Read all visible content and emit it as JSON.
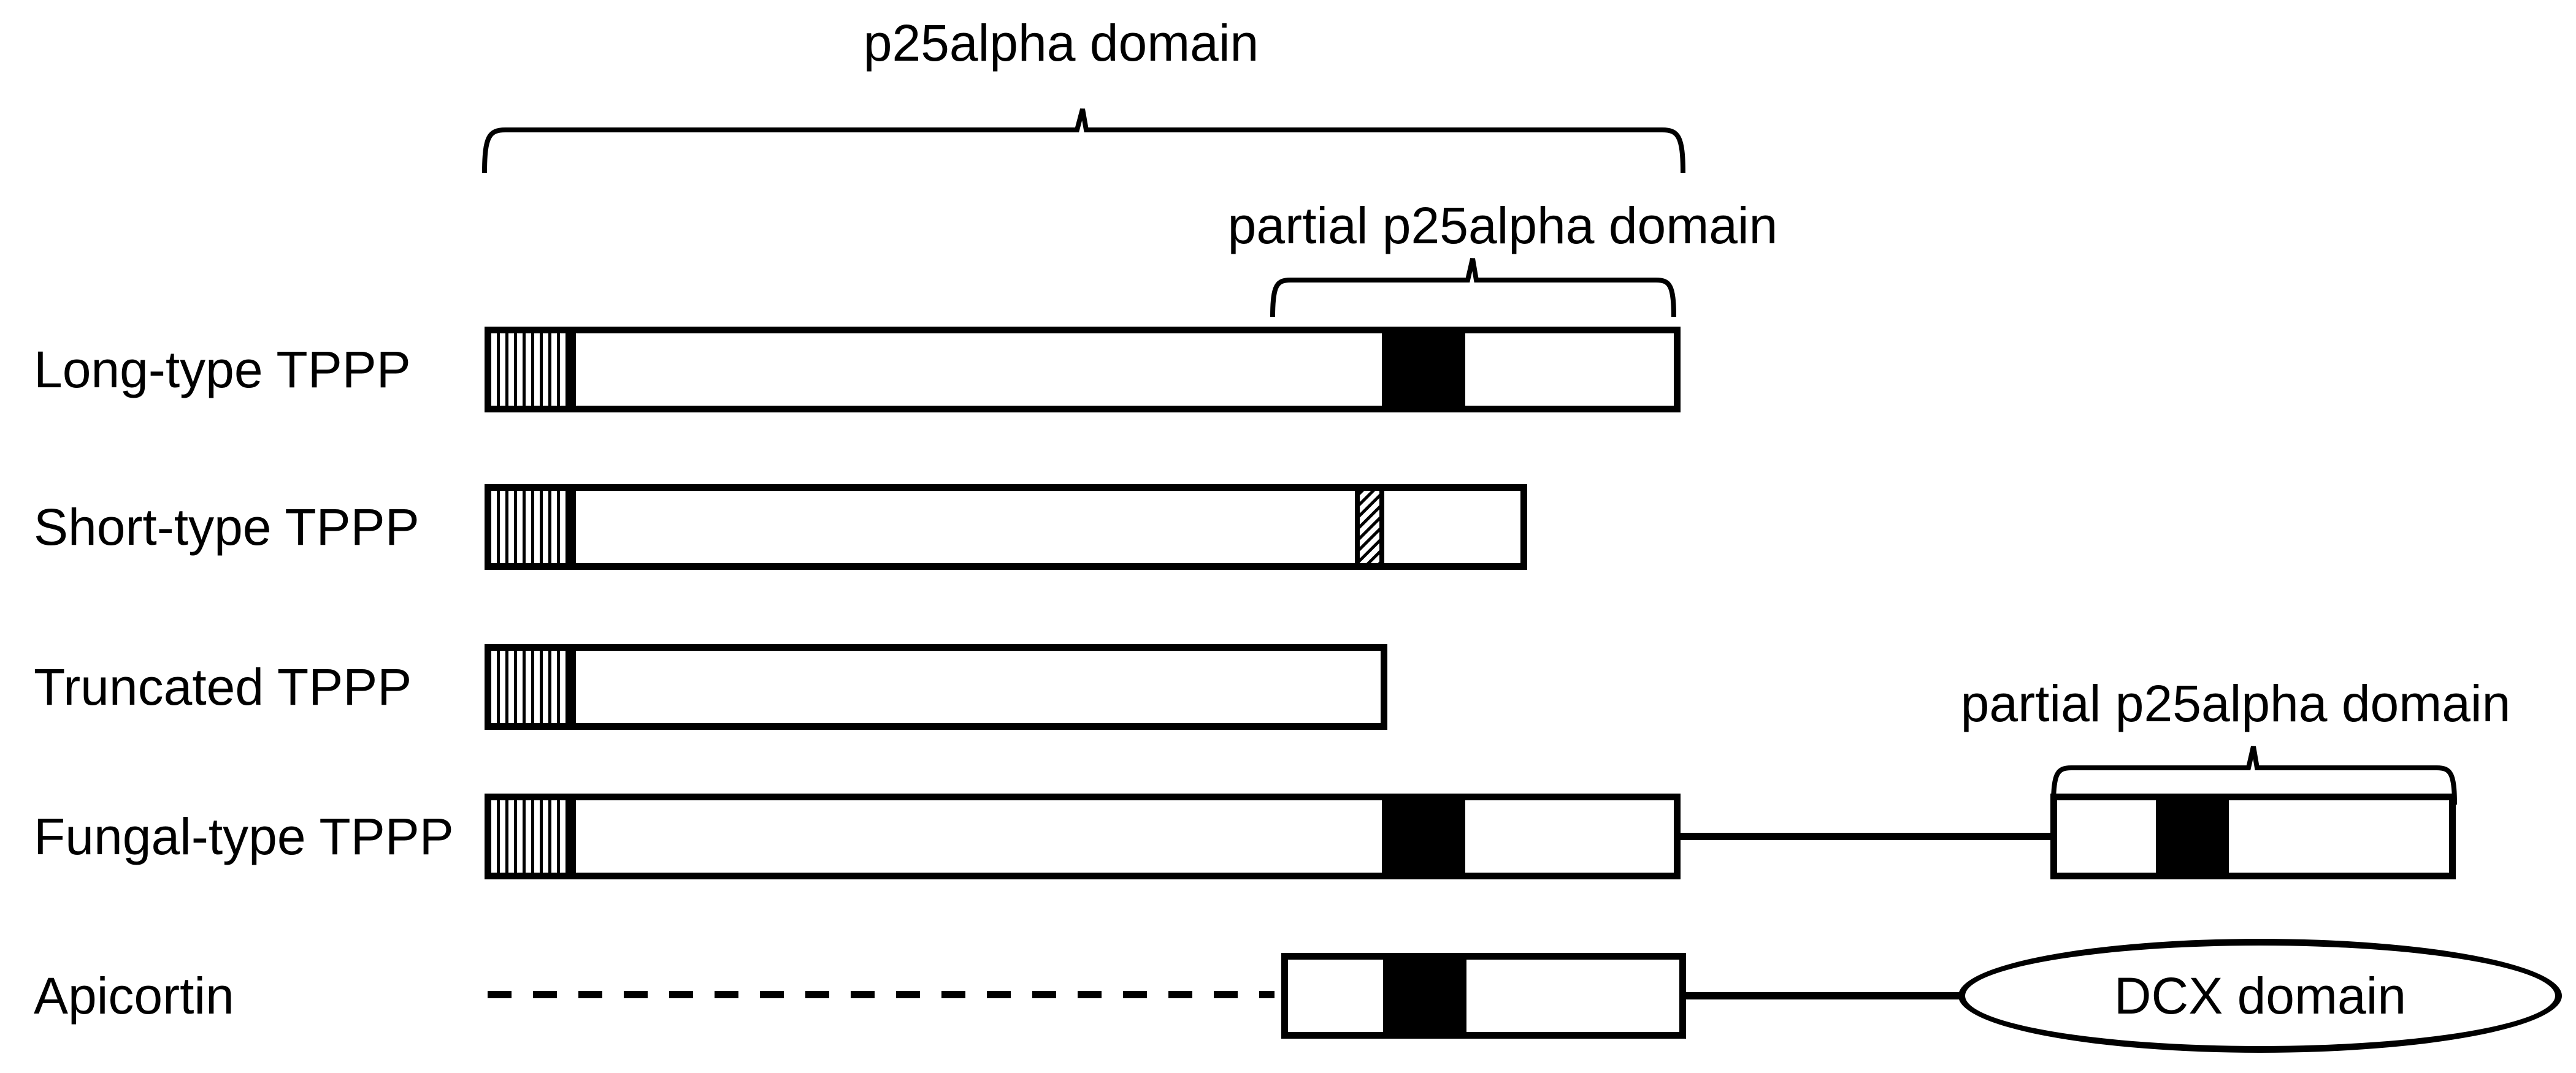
{
  "figure": {
    "colors": {
      "ink": "#000000",
      "background": "#ffffff"
    },
    "annotations": {
      "p25alpha_domain": "p25alpha domain",
      "partial_p25alpha_domain_top": "partial p25alpha domain",
      "partial_p25alpha_domain_fungal": "partial p25alpha domain",
      "dcx_domain": "DCX domain"
    },
    "rows": [
      {
        "label": "Long-type TPPP",
        "segments": [
          "striped-n-terminal",
          "white-body",
          "black-core-motif",
          "white-c-terminal"
        ]
      },
      {
        "label": "Short-type TPPP",
        "segments": [
          "striped-n-terminal",
          "white-body",
          "hatched-core-motif",
          "white-c-terminal"
        ]
      },
      {
        "label": "Truncated TPPP",
        "segments": [
          "striped-n-terminal",
          "white-body"
        ]
      },
      {
        "label": "Fungal-type TPPP",
        "segments": [
          "striped-n-terminal",
          "white-body",
          "black-core-motif",
          "white-c-terminal",
          "linker-line",
          "white-partial-domain-with-black-core"
        ]
      },
      {
        "label": "Apicortin",
        "segments": [
          "dashed-missing-region",
          "white-partial-domain-with-black-core",
          "linker-line",
          "dcx-domain-ellipse"
        ]
      }
    ]
  }
}
